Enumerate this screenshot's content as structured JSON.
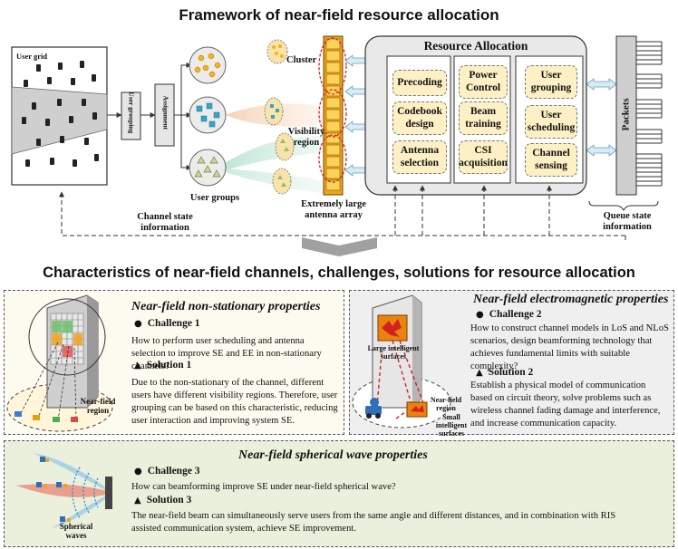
{
  "top_title": "Framework of near-field resource allocation",
  "bottom_title": "Characteristics of near-field channels, challenges, solutions for resource allocation",
  "framework": {
    "user_grid": "User grid",
    "user_grouping": "User grouping",
    "assignment": "Assignment",
    "cluster": "Cluster",
    "visibility_region": "Visibility region",
    "user_groups": "User groups",
    "channel_state_information": "Channel state information",
    "antenna_array": "Extremely large antenna array",
    "resource_allocation": "Resource Allocation",
    "col1": [
      "Precoding",
      "Codebook design",
      "Antenna selection"
    ],
    "col2": [
      "Power Control",
      "Beam training",
      "CSI acquisition"
    ],
    "col3": [
      "User grouping",
      "User scheduling",
      "Channel sensing"
    ],
    "packets": "Packets",
    "queue_state_information": "Queue state information"
  },
  "panel1": {
    "title": "Near-field non-stationary properties",
    "challenge_label": "Challenge 1",
    "challenge_text": "How to perform user scheduling and antenna selection to improve SE and EE in non-stationary channels?",
    "solution_label": "Solution 1",
    "solution_text": "Due to the non-stationary of the channel, different users have different visibility regions. Therefore, user grouping can be based on this characteristic, reducing user interaction and improving system SE.",
    "region_label": "Near-field region"
  },
  "panel2": {
    "title": "Near-field electromagnetic  properties",
    "challenge_label": "Challenge 2",
    "challenge_text": "How to construct channel models in LoS and NLoS scenarios, design beamforming technology that achieves fundamental limits with suitable complexity?",
    "solution_label": "Solution 2",
    "solution_text": "Establish a physical model of communication based on circuit theory, solve problems such as wireless channel fading damage and interference, and increase communication capacity.",
    "large_surfaces": "Large intelligent surfaces",
    "region_label": "Near-field region",
    "small_surfaces": "Small intelligent surfaces"
  },
  "panel3": {
    "title": "Near-field spherical wave properties",
    "challenge_label": "Challenge 3",
    "challenge_text": "How can beamforming improve SE under near-field spherical wave?",
    "solution_label": "Solution 3",
    "solution_text": "The near-field beam can simultaneously serve users from the same angle and different distances, and in combination with RIS assisted communication system, achieve SE improvement.",
    "waves_label": "Spherical waves"
  },
  "colors": {
    "yellow_box": "#fdf0c4",
    "panel1_bg": "#fdfaf0",
    "panel2_bg": "#efefef",
    "panel3_bg": "#eaf0dc",
    "antenna_orange": "#f2a21c"
  }
}
